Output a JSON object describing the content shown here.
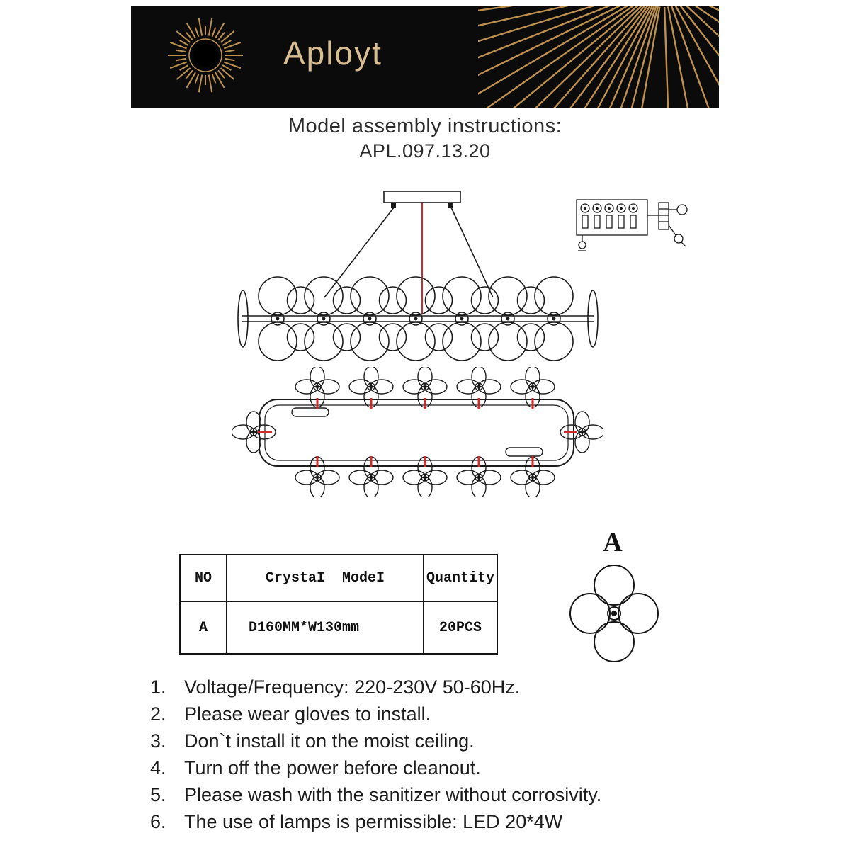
{
  "brand": {
    "name": "Aployt"
  },
  "title": {
    "line1": "Model assembly instructions:",
    "line2": "APL.097.13.20"
  },
  "crystal": {
    "label": "A"
  },
  "table": {
    "headers": [
      "NO",
      "CrystaI  ModeI",
      "Quantity"
    ],
    "rows": [
      [
        "A",
        "D160MM*W130mm",
        "20PCS"
      ]
    ]
  },
  "instructions": [
    {
      "num": "1.",
      "text": "Voltage/Frequency: 220-230V 50-60Hz."
    },
    {
      "num": "2.",
      "text": "Please wear gloves to install."
    },
    {
      "num": "3.",
      "text": "Don`t install it on the moist ceiling."
    },
    {
      "num": "4.",
      "text": "Turn off the power before cleanout."
    },
    {
      "num": "5.",
      "text": "Please wash with the sanitizer without corrosivity."
    },
    {
      "num": "6.",
      "text": "The use of lamps is permissible: LED 20*4W"
    }
  ],
  "colors": {
    "banner_bg": "#0b0b0b",
    "gold": "#bf9150",
    "brand_text": "#d9bd92",
    "line_red": "#cf2b2b",
    "ink": "#1b1b1b"
  }
}
